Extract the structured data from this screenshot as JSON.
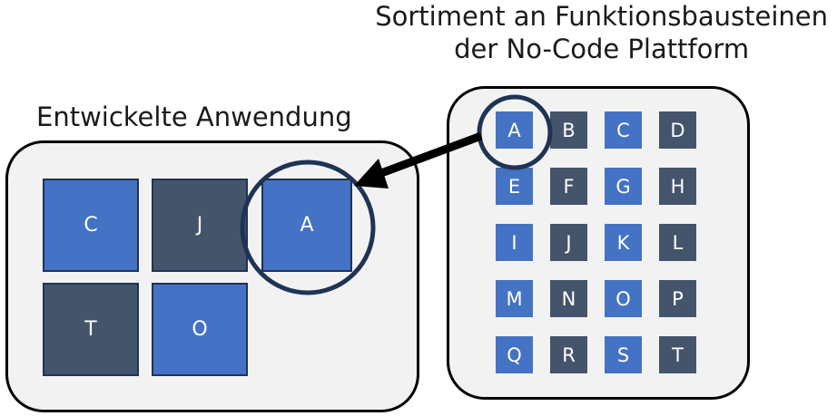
{
  "platform": {
    "caption_line1": "Sortiment an Funktionsbausteinen",
    "caption_line2": "der No-Code Plattform",
    "blocks": [
      {
        "label": "A",
        "color": "blue"
      },
      {
        "label": "B",
        "color": "dark"
      },
      {
        "label": "C",
        "color": "blue"
      },
      {
        "label": "D",
        "color": "dark"
      },
      {
        "label": "E",
        "color": "blue"
      },
      {
        "label": "F",
        "color": "dark"
      },
      {
        "label": "G",
        "color": "blue"
      },
      {
        "label": "H",
        "color": "dark"
      },
      {
        "label": "I",
        "color": "blue"
      },
      {
        "label": "J",
        "color": "dark"
      },
      {
        "label": "K",
        "color": "blue"
      },
      {
        "label": "L",
        "color": "dark"
      },
      {
        "label": "M",
        "color": "blue"
      },
      {
        "label": "N",
        "color": "dark"
      },
      {
        "label": "O",
        "color": "blue"
      },
      {
        "label": "P",
        "color": "dark"
      },
      {
        "label": "Q",
        "color": "blue"
      },
      {
        "label": "R",
        "color": "dark"
      },
      {
        "label": "S",
        "color": "blue"
      },
      {
        "label": "T",
        "color": "dark"
      }
    ]
  },
  "application": {
    "caption": "Entwickelte Anwendung",
    "blocks": [
      {
        "label": "C",
        "color": "blue"
      },
      {
        "label": "J",
        "color": "dark"
      },
      {
        "label": "A",
        "color": "blue"
      },
      {
        "label": "T",
        "color": "dark"
      },
      {
        "label": "O",
        "color": "blue"
      }
    ]
  },
  "colors": {
    "blue": "#4472c4",
    "dark": "#44546a",
    "outline": "#1f3355",
    "panel": "#f2f2f2"
  }
}
